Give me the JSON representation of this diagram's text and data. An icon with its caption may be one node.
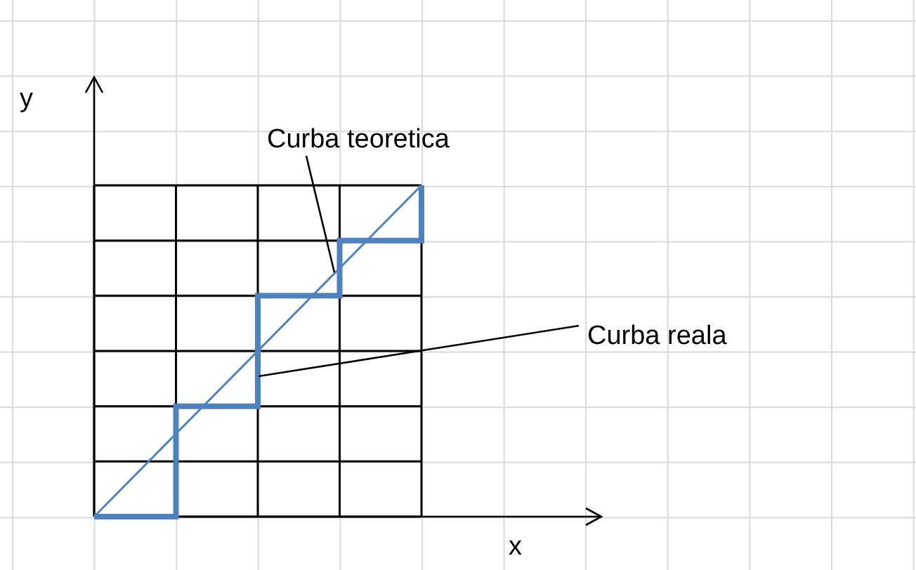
{
  "diagram": {
    "nodes": [
      {
        "text": [
          "Curba teoretica"
        ]
      },
      {
        "text": [],
        "shape": "line"
      },
      {
        "text": [
          "Curba reala"
        ]
      },
      {
        "text": [],
        "shape": "line"
      }
    ],
    "edges": [
      {
        "from": 0,
        "to": 1,
        "arrow": "none"
      },
      {
        "from": 2,
        "to": 3,
        "arrow": "none"
      }
    ],
    "labels": [
      "y",
      "x"
    ]
  }
}
